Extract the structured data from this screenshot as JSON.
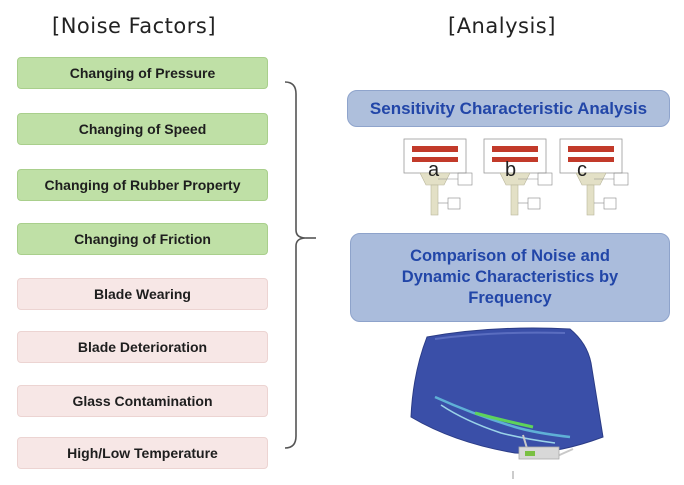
{
  "headings": {
    "left": "[Noise Factors]",
    "right": "[Analysis]"
  },
  "noise_factors": [
    {
      "label": "Changing of Pressure",
      "group": "green"
    },
    {
      "label": "Changing of Speed",
      "group": "green"
    },
    {
      "label": "Changing of Rubber Property",
      "group": "green"
    },
    {
      "label": "Changing of Friction",
      "group": "green"
    },
    {
      "label": "Blade Wearing",
      "group": "pink"
    },
    {
      "label": "Blade Deterioration",
      "group": "pink"
    },
    {
      "label": "Glass Contamination",
      "group": "pink"
    },
    {
      "label": "High/Low Temperature",
      "group": "pink"
    }
  ],
  "analysis": {
    "sensitivity": "Sensitivity Characteristic Analysis",
    "comparison_line1": "Comparison of Noise and",
    "comparison_line2": "Dynamic Characteristics by",
    "comparison_line3": "Frequency",
    "panel_labels": [
      "a",
      "b",
      "c"
    ]
  },
  "colors": {
    "green_box": "#bfe0a6",
    "pink_box": "#f7e7e6",
    "blue_box": "#aebfdc",
    "blue_text": "#2246a8",
    "windshield": "#3a4fa8"
  }
}
